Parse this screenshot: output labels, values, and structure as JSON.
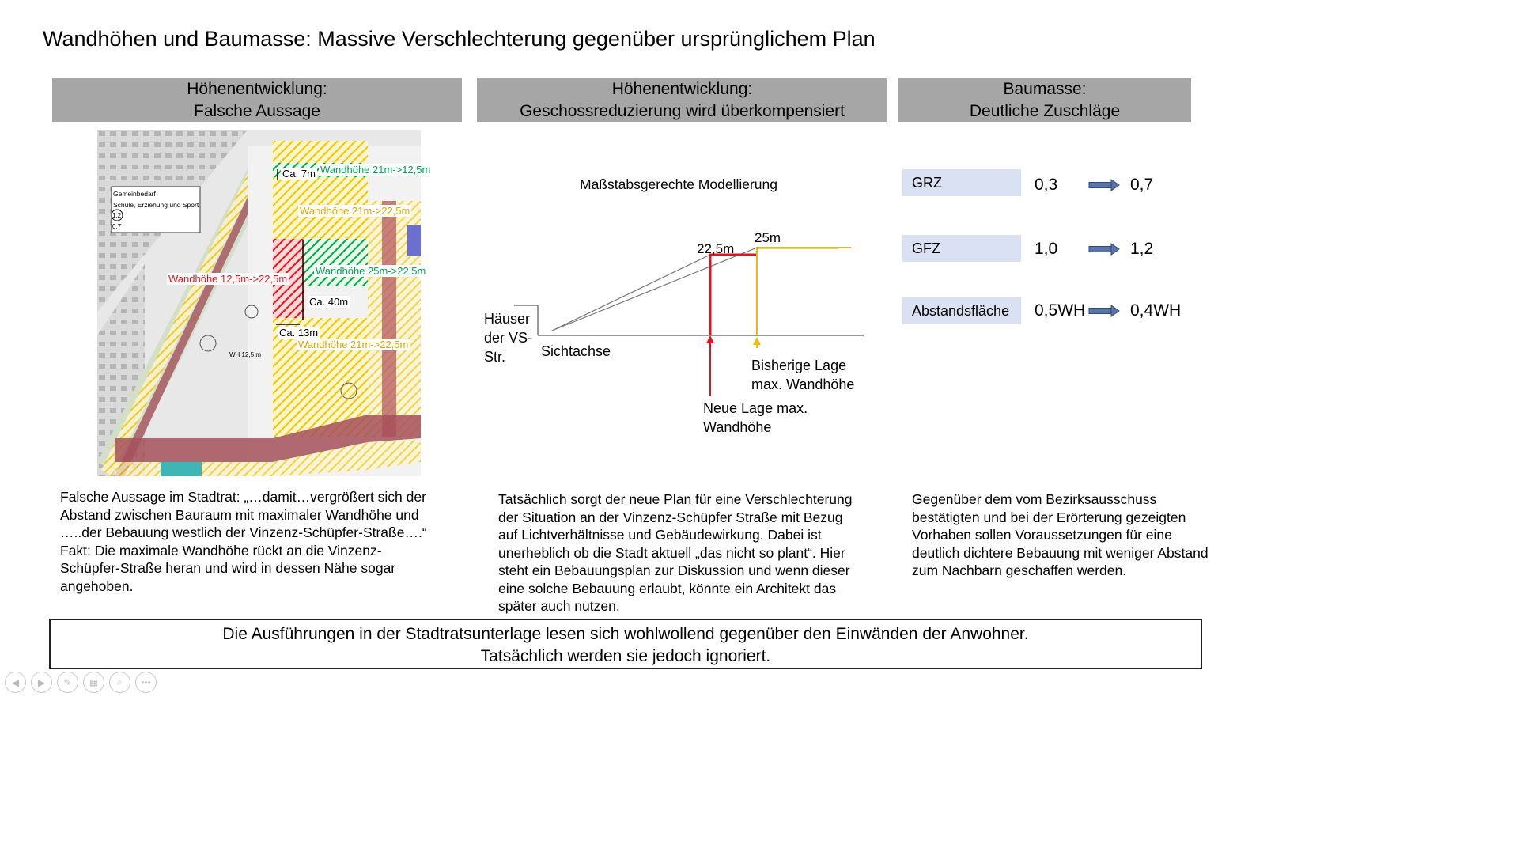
{
  "title": "Wandhöhen und Baumasse: Massive Verschlechterung gegenüber ursprünglichem Plan",
  "columns": [
    {
      "line1": "Höhenentwicklung:",
      "line2": "Falsche Aussage"
    },
    {
      "line1": "Höhenentwicklung:",
      "line2": "Geschossreduzierung wird überkompensiert"
    },
    {
      "line1": "Baumasse:",
      "line2": "Deutliche Zuschläge"
    }
  ],
  "map": {
    "gemeinbedarf": "Gemeinbedarf\nSchule, Erziehung und Sport",
    "circle_value": "1,2",
    "small_value": "0,7",
    "wh_label": "WH 12,5 m",
    "labels": {
      "ca7": "Ca. 7m",
      "green1": "Wandhöhe 21m->12,5m",
      "yellow1": "Wandhöhe 21m->22,5m",
      "green2": "Wandhöhe 25m->22,5m",
      "red1": "Wandhöhe 12,5m->22,5m",
      "ca40": "Ca. 40m",
      "ca13": "Ca. 13m",
      "yellow2": "Wandhöhe 21m->22,5m"
    },
    "colors": {
      "green": "#00a651",
      "yellow": "#f5c400",
      "red": "#e8101a"
    }
  },
  "diagram": {
    "subtitle": "Maßstabsgerechte Modellierung",
    "h_new": "22,5m",
    "h_old": "25m",
    "houses": "Häuser\nder VS-\nStr.",
    "sichtachse": "Sichtachse",
    "old_pos": "Bisherige Lage\nmax. Wandhöhe",
    "new_pos": "Neue Lage max.\nWandhöhe"
  },
  "metrics": [
    {
      "label": "GRZ",
      "from": "0,3",
      "to": "0,7"
    },
    {
      "label": "GFZ",
      "from": "1,0",
      "to": "1,2"
    },
    {
      "label": "Abstandsfläche",
      "from": "0,5WH",
      "to": "0,4WH"
    }
  ],
  "texts": {
    "left": "Falsche Aussage im Stadtrat: „…damit…vergrößert sich der\nAbstand zwischen Bauraum mit maximaler Wandhöhe und\n…..der Bebauung westlich der Vinzenz-Schüpfer-Straße….“\nFakt: Die maximale Wandhöhe rückt an die Vinzenz-\nSchüpfer-Straße heran und wird in dessen Nähe sogar\nangehoben.",
    "middle": "Tatsächlich sorgt der neue Plan für eine Verschlechterung\nder Situation an der Vinzenz-Schüpfer Straße mit Bezug\nauf Lichtverhältnisse und Gebäudewirkung. Dabei ist\nunerheblich ob die Stadt aktuell „das nicht so plant“. Hier\nsteht ein Bebauungsplan zur Diskussion und wenn dieser\neine solche Bebauung erlaubt, könnte ein Architekt das\nspäter auch nutzen.",
    "right": "Gegenüber dem vom Bezirksausschuss\nbestätigten und bei der Erörterung gezeigten\nVorhaben sollen Voraussetzungen für eine\ndeutlich dichtere Bebauung mit weniger Abstand\nzum Nachbarn geschaffen werden."
  },
  "bottom": {
    "line1": "Die Ausführungen in der Stadtratsunterlage lesen sich wohlwollend gegenüber den Einwänden der Anwohner.",
    "line2": "Tatsächlich werden sie jedoch ignoriert."
  },
  "nav_icons": [
    "prev-icon",
    "next-icon",
    "pen-icon",
    "slides-icon",
    "zoom-icon",
    "more-icon"
  ]
}
